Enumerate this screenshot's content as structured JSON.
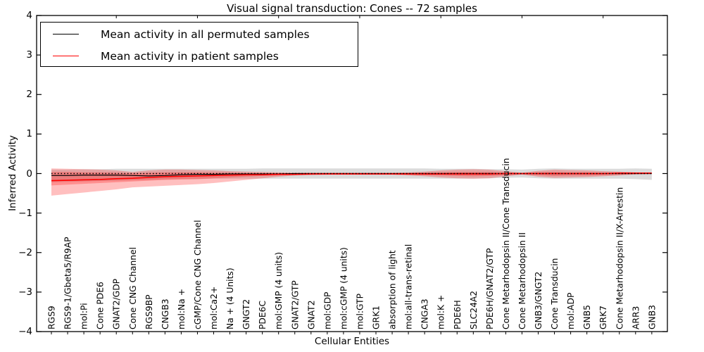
{
  "page": {
    "title": "Visual signal transduction: Cones -- 72 samples"
  },
  "legend": {
    "items": [
      {
        "label": "Mean activity in all permuted samples",
        "color": "#000000"
      },
      {
        "label": "Mean activity in patient samples",
        "color": "#ff0000"
      }
    ]
  },
  "axes": {
    "ylabel": "Inferred Activity",
    "xlabel": "Cellular Entities",
    "ytick_labels": [
      "4",
      "3",
      "2",
      "1",
      "0",
      "−1",
      "−2",
      "−3",
      "−4"
    ]
  },
  "chart_data": {
    "type": "line",
    "title": "Visual signal transduction: Cones -- 72 samples",
    "xlabel": "Cellular Entities",
    "ylabel": "Inferred Activity",
    "ylim": [
      -4,
      4
    ],
    "yticks": [
      4,
      3,
      2,
      1,
      0,
      -1,
      -2,
      -3,
      -4
    ],
    "grid": false,
    "legend_position": "upper left",
    "zero_reference_line": true,
    "categories": [
      "RGS9",
      "RGS9-1/Gbeta5/R9AP",
      "mol:Pi",
      "Cone PDE6",
      "GNAT2/GDP",
      "Cone CNG Channel",
      "RGS9BP",
      "CNGB3",
      "mol:Na +",
      "cGMP/Cone CNG Channel",
      "mol:Ca2+",
      "Na + (4 Units)",
      "GNGT2",
      "PDE6C",
      "mol:GMP (4 units)",
      "GNAT2/GTP",
      "GNAT2",
      "mol:GDP",
      "mol:cGMP (4 units)",
      "mol:GTP",
      "GRK1",
      "absorption of light",
      "mol:all-trans-retinal",
      "CNGA3",
      "mol:K +",
      "PDE6H",
      "SLC24A2",
      "PDE6H/GNAT2/GTP",
      "Cone Metarhodopsin II/Cone Transducin",
      "Cone Metarhodopsin II",
      "GNB3/GNGT2",
      "Cone Transducin",
      "mol:ADP",
      "GNB5",
      "GRK7",
      "Cone Metarhodopsin II/X-Arrestin",
      "ARR3",
      "GNB3"
    ],
    "series": [
      {
        "name": "Mean activity in all permuted samples",
        "color": "#000000",
        "values": [
          -0.05,
          -0.05,
          -0.04,
          -0.04,
          -0.04,
          -0.05,
          -0.06,
          -0.05,
          -0.03,
          -0.02,
          -0.02,
          -0.01,
          -0.01,
          -0.01,
          -0.01,
          0.0,
          0.0,
          0.0,
          0.0,
          0.0,
          0.0,
          0.0,
          0.0,
          0.0,
          0.0,
          0.0,
          0.0,
          0.0,
          0.0,
          0.0,
          0.0,
          0.0,
          0.0,
          0.0,
          0.0,
          0.0,
          0.0,
          0.0
        ]
      },
      {
        "name": "Mean activity in patient samples",
        "color": "#ff0000",
        "values": [
          -0.18,
          -0.17,
          -0.16,
          -0.15,
          -0.13,
          -0.12,
          -0.1,
          -0.08,
          -0.07,
          -0.06,
          -0.05,
          -0.04,
          -0.03,
          -0.03,
          -0.02,
          -0.02,
          -0.01,
          -0.01,
          -0.01,
          -0.01,
          -0.01,
          -0.01,
          -0.01,
          -0.01,
          -0.01,
          -0.01,
          -0.01,
          -0.01,
          0.0,
          0.0,
          0.0,
          0.0,
          0.0,
          0.0,
          0.0,
          0.01,
          0.01,
          0.01
        ]
      }
    ],
    "bands": [
      {
        "name": "permuted-std-band",
        "color": "#888888",
        "opacity": 0.3,
        "upper": [
          0.1,
          0.1,
          0.11,
          0.11,
          0.12,
          0.12,
          0.12,
          0.12,
          0.12,
          0.12,
          0.12,
          0.12,
          0.12,
          0.13,
          0.13,
          0.13,
          0.13,
          0.13,
          0.13,
          0.13,
          0.13,
          0.13,
          0.13,
          0.13,
          0.12,
          0.12,
          0.12,
          0.11,
          0.11,
          0.1,
          0.12,
          0.13,
          0.12,
          0.12,
          0.12,
          0.12,
          0.13,
          0.12
        ],
        "lower": [
          -0.22,
          -0.21,
          -0.2,
          -0.19,
          -0.18,
          -0.17,
          -0.16,
          -0.15,
          -0.14,
          -0.14,
          -0.13,
          -0.13,
          -0.13,
          -0.13,
          -0.13,
          -0.13,
          -0.13,
          -0.13,
          -0.13,
          -0.13,
          -0.13,
          -0.13,
          -0.13,
          -0.13,
          -0.13,
          -0.13,
          -0.13,
          -0.12,
          -0.11,
          -0.1,
          -0.12,
          -0.13,
          -0.13,
          -0.13,
          -0.13,
          -0.13,
          -0.14,
          -0.16
        ]
      },
      {
        "name": "patient-outer-band",
        "color": "#ff0000",
        "opacity": 0.25,
        "upper": [
          0.13,
          0.12,
          0.11,
          0.1,
          0.08,
          0.04,
          0.08,
          0.1,
          0.1,
          0.09,
          0.08,
          0.06,
          0.05,
          0.04,
          0.03,
          0.02,
          0.02,
          0.02,
          0.02,
          0.02,
          0.02,
          0.02,
          0.03,
          0.05,
          0.08,
          0.1,
          0.11,
          0.1,
          0.06,
          0.02,
          0.07,
          0.1,
          0.09,
          0.08,
          0.06,
          0.05,
          0.03,
          0.02
        ],
        "lower": [
          -0.56,
          -0.52,
          -0.48,
          -0.44,
          -0.4,
          -0.35,
          -0.33,
          -0.31,
          -0.29,
          -0.27,
          -0.24,
          -0.2,
          -0.16,
          -0.12,
          -0.08,
          -0.05,
          -0.04,
          -0.03,
          -0.03,
          -0.03,
          -0.03,
          -0.03,
          -0.05,
          -0.07,
          -0.1,
          -0.12,
          -0.13,
          -0.12,
          -0.07,
          -0.03,
          -0.08,
          -0.11,
          -0.1,
          -0.09,
          -0.07,
          -0.05,
          -0.02,
          -0.01
        ]
      },
      {
        "name": "patient-inner-band",
        "color": "#ff0000",
        "opacity": 0.25,
        "upper": [
          0.04,
          0.04,
          0.03,
          0.03,
          0.02,
          0.01,
          0.02,
          0.03,
          0.03,
          0.03,
          0.02,
          0.02,
          0.01,
          0.01,
          0.01,
          0.01,
          0.01,
          0.01,
          0.01,
          0.01,
          0.01,
          0.01,
          0.01,
          0.02,
          0.03,
          0.04,
          0.04,
          0.04,
          0.02,
          0.01,
          0.03,
          0.04,
          0.03,
          0.03,
          0.02,
          0.02,
          0.01,
          0.01
        ],
        "lower": [
          -0.3,
          -0.28,
          -0.26,
          -0.24,
          -0.22,
          -0.2,
          -0.18,
          -0.16,
          -0.15,
          -0.14,
          -0.12,
          -0.1,
          -0.08,
          -0.06,
          -0.05,
          -0.04,
          -0.03,
          -0.02,
          -0.02,
          -0.02,
          -0.02,
          -0.02,
          -0.03,
          -0.04,
          -0.05,
          -0.06,
          -0.07,
          -0.06,
          -0.04,
          -0.02,
          -0.04,
          -0.06,
          -0.05,
          -0.05,
          -0.04,
          -0.03,
          -0.02,
          -0.01
        ]
      }
    ]
  }
}
